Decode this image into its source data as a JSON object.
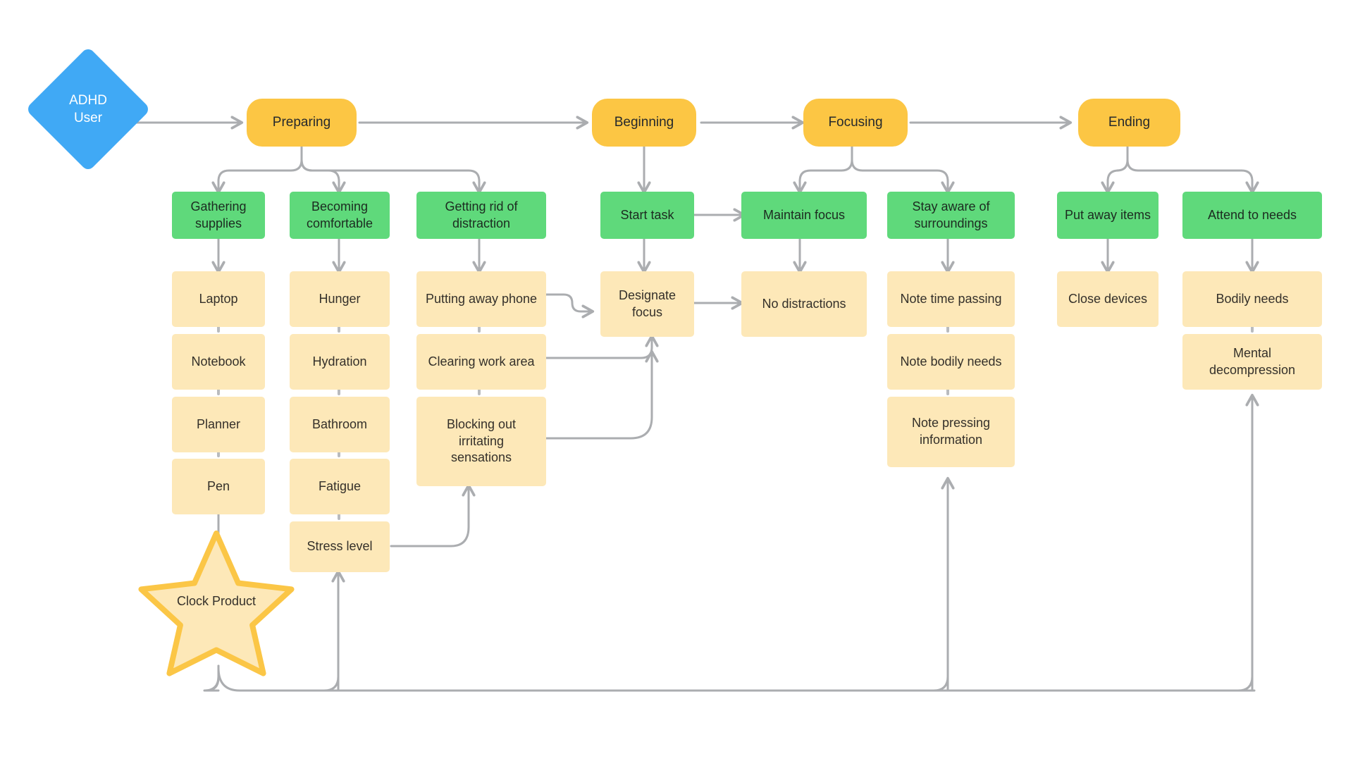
{
  "meta": {
    "title": "ADHD User Task Journey Flowchart",
    "background": "#ffffff"
  },
  "colors": {
    "actor_fill": "#40A9F5",
    "phase_fill": "#FCC644",
    "activity_fill": "#5FD97B",
    "detail_fill": "#FDE8B8",
    "star_fill": "#FDE8B8",
    "star_stroke": "#F9C council",
    "star_stroke_color": "#FBC646",
    "connector": "#ABADB0",
    "text_dark": "#26292c",
    "text_light": "#ffffff"
  },
  "actor": {
    "label": "ADHD\nUser",
    "shape": "diamond"
  },
  "star": {
    "label": "Clock Product",
    "shape": "star"
  },
  "phases": [
    {
      "id": "preparing",
      "label": "Preparing"
    },
    {
      "id": "beginning",
      "label": "Beginning"
    },
    {
      "id": "focusing",
      "label": "Focusing"
    },
    {
      "id": "ending",
      "label": "Ending"
    }
  ],
  "activities": [
    {
      "id": "gathering-supplies",
      "label": "Gathering\nsupplies",
      "phase": "preparing"
    },
    {
      "id": "becoming-comfortable",
      "label": "Becoming\ncomfortable",
      "phase": "preparing"
    },
    {
      "id": "getting-rid-distraction",
      "label": "Getting rid of\ndistraction",
      "phase": "preparing"
    },
    {
      "id": "start-task",
      "label": "Start task",
      "phase": "beginning"
    },
    {
      "id": "maintain-focus",
      "label": "Maintain focus",
      "phase": "focusing"
    },
    {
      "id": "stay-aware",
      "label": "Stay aware of\nsurroundings",
      "phase": "focusing"
    },
    {
      "id": "put-away-items",
      "label": "Put away items",
      "phase": "ending"
    },
    {
      "id": "attend-to-needs",
      "label": "Attend to needs",
      "phase": "ending"
    }
  ],
  "details": {
    "gathering_supplies": [
      "Laptop",
      "Notebook",
      "Planner",
      "Pen"
    ],
    "becoming_comfortable": [
      "Hunger",
      "Hydration",
      "Bathroom",
      "Fatigue",
      "Stress level"
    ],
    "getting_rid_distraction": [
      "Putting away phone",
      "Clearing work area",
      "Blocking out\nirritating\nsensations"
    ],
    "start_task": [
      "Designate\nfocus"
    ],
    "maintain_focus": [
      "No distractions"
    ],
    "stay_aware": [
      "Note time passing",
      "Note bodily needs",
      "Note pressing\ninformation"
    ],
    "put_away_items": [
      "Close devices"
    ],
    "attend_to_needs": [
      "Bodily needs",
      "Mental\ndecompression"
    ]
  },
  "nodes": {
    "actor": "ADHD\nUser",
    "phase_preparing": "Preparing",
    "phase_beginning": "Beginning",
    "phase_focusing": "Focusing",
    "phase_ending": "Ending",
    "act_gathering": "Gathering\nsupplies",
    "act_becoming": "Becoming\ncomfortable",
    "act_getting_rid": "Getting rid of\ndistraction",
    "act_start_task": "Start task",
    "act_maintain_focus": "Maintain focus",
    "act_stay_aware": "Stay aware of\nsurroundings",
    "act_put_away": "Put away items",
    "act_attend_needs": "Attend to needs",
    "d_laptop": "Laptop",
    "d_notebook": "Notebook",
    "d_planner": "Planner",
    "d_pen": "Pen",
    "d_hunger": "Hunger",
    "d_hydration": "Hydration",
    "d_bathroom": "Bathroom",
    "d_fatigue": "Fatigue",
    "d_stress_level": "Stress level",
    "d_putting_phone": "Putting away phone",
    "d_clearing_area": "Clearing work area",
    "d_blocking_sensations": "Blocking out\nirritating\nsensations",
    "d_designate_focus": "Designate\nfocus",
    "d_no_distractions": "No distractions",
    "d_note_time": "Note time passing",
    "d_note_bodily": "Note bodily needs",
    "d_note_pressing": "Note pressing\ninformation",
    "d_close_devices": "Close devices",
    "d_bodily_needs": "Bodily needs",
    "d_mental_decomp": "Mental\ndecompression",
    "star_clock_product": "Clock Product"
  },
  "flow_edges": [
    {
      "from": "actor",
      "to": "phase_preparing",
      "type": "arrow"
    },
    {
      "from": "phase_preparing",
      "to": "phase_beginning",
      "type": "arrow"
    },
    {
      "from": "phase_beginning",
      "to": "phase_focusing",
      "type": "arrow"
    },
    {
      "from": "phase_focusing",
      "to": "phase_ending",
      "type": "arrow"
    },
    {
      "from": "phase_preparing",
      "to": "act_gathering",
      "type": "branch"
    },
    {
      "from": "phase_preparing",
      "to": "act_becoming",
      "type": "branch"
    },
    {
      "from": "phase_preparing",
      "to": "act_getting_rid",
      "type": "branch"
    },
    {
      "from": "phase_beginning",
      "to": "act_start_task",
      "type": "arrow"
    },
    {
      "from": "phase_focusing",
      "to": "act_maintain_focus",
      "type": "branch"
    },
    {
      "from": "phase_focusing",
      "to": "act_stay_aware",
      "type": "branch"
    },
    {
      "from": "phase_ending",
      "to": "act_put_away",
      "type": "branch"
    },
    {
      "from": "phase_ending",
      "to": "act_attend_needs",
      "type": "branch"
    },
    {
      "from": "act_gathering",
      "to": "d_laptop",
      "type": "arrow"
    },
    {
      "from": "act_becoming",
      "to": "d_hunger",
      "type": "arrow"
    },
    {
      "from": "act_getting_rid",
      "to": "d_putting_phone",
      "type": "arrow"
    },
    {
      "from": "act_start_task",
      "to": "d_designate_focus",
      "type": "arrow"
    },
    {
      "from": "act_maintain_focus",
      "to": "d_no_distractions",
      "type": "arrow"
    },
    {
      "from": "act_stay_aware",
      "to": "d_note_time",
      "type": "arrow"
    },
    {
      "from": "act_put_away",
      "to": "d_close_devices",
      "type": "arrow"
    },
    {
      "from": "act_attend_needs",
      "to": "d_bodily_needs",
      "type": "arrow"
    },
    {
      "from": "act_start_task",
      "to": "act_maintain_focus",
      "type": "arrow"
    },
    {
      "from": "d_designate_focus",
      "to": "d_no_distractions",
      "type": "arrow"
    },
    {
      "from": "d_putting_phone",
      "to": "d_designate_focus",
      "type": "arrow"
    },
    {
      "from": "d_clearing_area",
      "to": "d_designate_focus",
      "type": "arrow"
    },
    {
      "from": "d_blocking_sensations",
      "to": "d_designate_focus",
      "type": "arrow"
    },
    {
      "from": "d_stress_level",
      "to": "d_blocking_sensations",
      "type": "arrow"
    },
    {
      "from": "star_clock_product",
      "to": "d_stress_level",
      "type": "arrow"
    },
    {
      "from": "star_clock_product",
      "to": "d_note_pressing",
      "type": "arrow"
    },
    {
      "from": "star_clock_product",
      "to": "d_mental_decomp",
      "type": "arrow"
    },
    {
      "from": "d_pen",
      "to": "star_clock_product",
      "type": "line"
    }
  ]
}
